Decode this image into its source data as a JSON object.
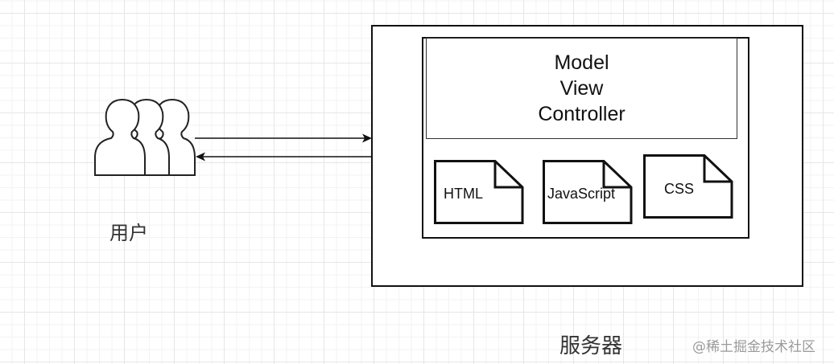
{
  "diagram": {
    "user_label": "用户",
    "server_label": "服务器",
    "mvc_lines": [
      "Model",
      "View",
      "Controller"
    ],
    "docs": [
      {
        "label": "HTML"
      },
      {
        "label": "JavaScript"
      },
      {
        "label": "CSS"
      }
    ]
  },
  "watermark": "@稀土掘金技术社区"
}
